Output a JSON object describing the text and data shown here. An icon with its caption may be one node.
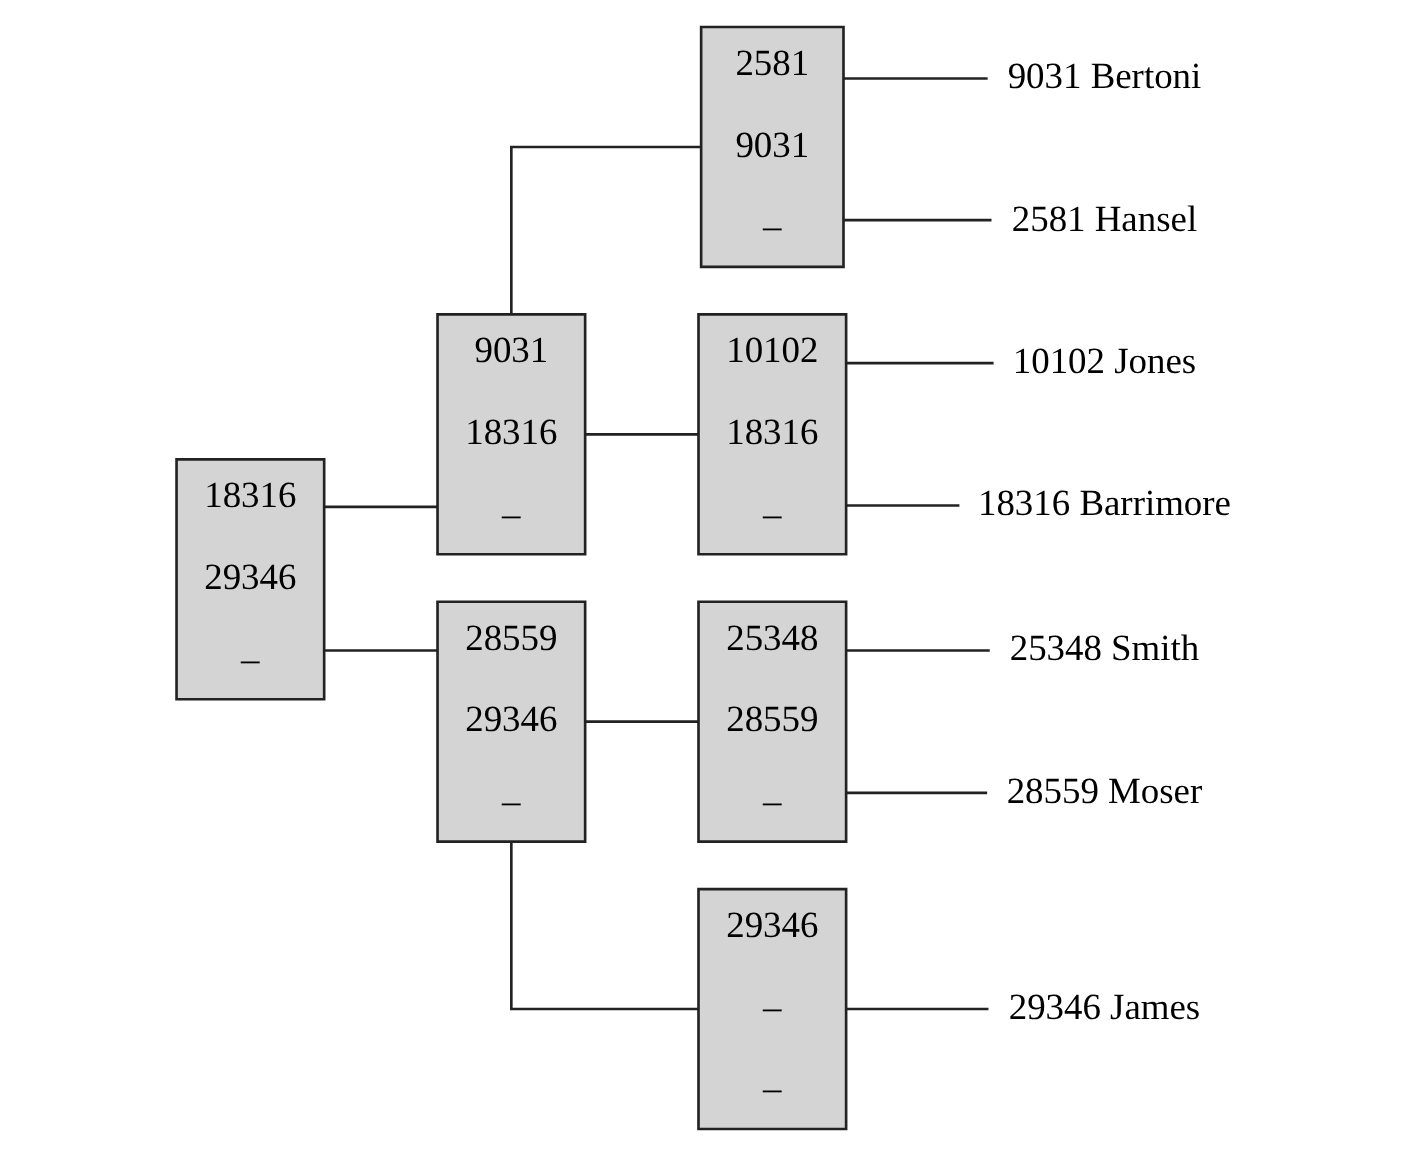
{
  "diagram": {
    "nodes": [
      {
        "text": [
          "18316",
          "29346",
          "–"
        ]
      },
      {
        "text": [
          "9031",
          "18316",
          "–"
        ]
      },
      {
        "text": [
          "28559",
          "29346",
          "–"
        ]
      },
      {
        "text": [
          "2581",
          "9031",
          "–"
        ]
      },
      {
        "text": [
          "10102",
          "18316",
          "–"
        ]
      },
      {
        "text": [
          "25348",
          "28559",
          "–"
        ]
      },
      {
        "text": [
          "29346",
          "–",
          "–"
        ]
      },
      {
        "text": [
          "25348 Smith"
        ]
      },
      {
        "text": [
          "10102 Jones"
        ]
      },
      {
        "text": [
          "18316 Barrimore"
        ]
      },
      {
        "text": [
          "29346 James"
        ]
      },
      {
        "text": [
          "9031 Bertoni"
        ]
      },
      {
        "text": [
          "2581 Hansel"
        ]
      },
      {
        "text": [
          "28559 Moser"
        ]
      }
    ],
    "edges": [
      {
        "from": 0,
        "to": 1,
        "arrow": "none"
      },
      {
        "from": 0,
        "to": 2,
        "arrow": "none"
      },
      {
        "from": 1,
        "to": 3,
        "arrow": "none"
      },
      {
        "from": 1,
        "to": 4,
        "arrow": "none"
      },
      {
        "from": 2,
        "to": 5,
        "arrow": "none"
      },
      {
        "from": 2,
        "to": 6,
        "arrow": "none"
      },
      {
        "from": 3,
        "to": 12,
        "arrow": "none"
      },
      {
        "from": 3,
        "to": 11,
        "arrow": "none"
      },
      {
        "from": 4,
        "to": 8,
        "arrow": "none"
      },
      {
        "from": 4,
        "to": 9,
        "arrow": "none"
      },
      {
        "from": 5,
        "to": 7,
        "arrow": "none"
      },
      {
        "from": 5,
        "to": 13,
        "arrow": "none"
      },
      {
        "from": 6,
        "to": 10,
        "arrow": "none"
      }
    ]
  }
}
